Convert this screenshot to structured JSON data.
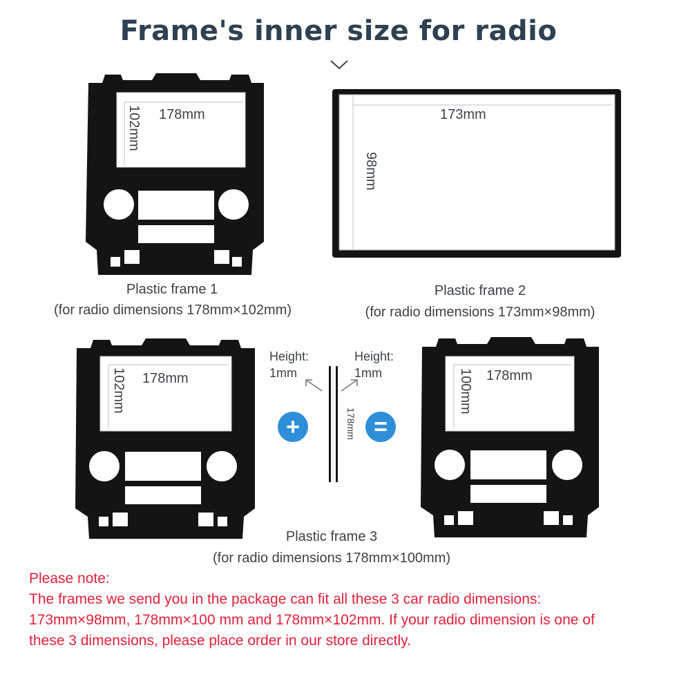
{
  "title": "Frame's inner size for radio",
  "frame1": {
    "width_label": "178mm",
    "height_label": "102mm",
    "caption_name": "Plastic frame 1",
    "caption_dims": "(for radio dimensions 178mm×102mm)"
  },
  "frame2": {
    "width_label": "173mm",
    "height_label": "98mm",
    "caption_name": "Plastic frame 2",
    "caption_dims": "(for radio dimensions 173mm×98mm)"
  },
  "frame3": {
    "left_width_label": "178mm",
    "left_height_label": "102mm",
    "strip_label_left": "Height:",
    "strip_value_left": "1mm",
    "strip_label_right": "Height:",
    "strip_value_right": "1mm",
    "strip_length_label": "178mm",
    "plus_symbol": "+",
    "equals_symbol": "=",
    "right_width_label": "178mm",
    "right_height_label": "100mm",
    "caption_name": "Plastic frame 3",
    "caption_dims": "(for radio dimensions 178mm×100mm)"
  },
  "note": {
    "heading": "Please note:",
    "line1": "The frames we send you in the package can fit all these 3 car radio dimensions:",
    "line2": "173mm×98mm,  178mm×100 mm and  178mm×102mm. If your radio dimension is one of",
    "line3": "these 3 dimensions, please place order in our store directly."
  },
  "colors": {
    "title": "#2f4150",
    "note": "#e0213c",
    "accent": "#2e8fd8",
    "frame": "#141414"
  }
}
